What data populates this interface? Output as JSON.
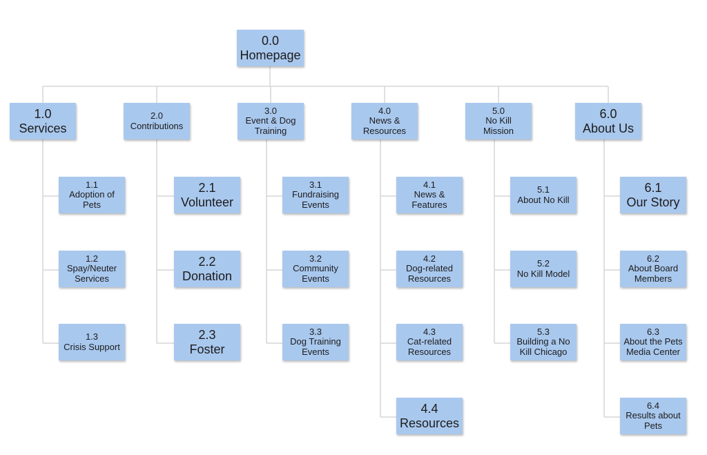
{
  "diagram": {
    "root": {
      "number": "0.0",
      "label": "Homepage"
    },
    "sections": [
      {
        "number": "1.0",
        "label": "Services",
        "children": [
          {
            "number": "1.1",
            "label": "Adoption of\nPets"
          },
          {
            "number": "1.2",
            "label": "Spay/Neuter\nServices"
          },
          {
            "number": "1.3",
            "label": "Crisis Support"
          }
        ]
      },
      {
        "number": "2.0",
        "label": "Contributions",
        "children": [
          {
            "number": "2.1",
            "label": "Volunteer"
          },
          {
            "number": "2.2",
            "label": "Donation"
          },
          {
            "number": "2.3",
            "label": "Foster"
          }
        ]
      },
      {
        "number": "3.0",
        "label": "Event & Dog\nTraining",
        "children": [
          {
            "number": "3.1",
            "label": "Fundraising\nEvents"
          },
          {
            "number": "3.2",
            "label": "Community\nEvents"
          },
          {
            "number": "3.3",
            "label": "Dog Training\nEvents"
          }
        ]
      },
      {
        "number": "4.0",
        "label": "News &\nResources",
        "children": [
          {
            "number": "4.1",
            "label": "News &\nFeatures"
          },
          {
            "number": "4.2",
            "label": "Dog-related\nResources"
          },
          {
            "number": "4.3",
            "label": "Cat-related\nResources"
          },
          {
            "number": "4.4",
            "label": "Resources"
          }
        ]
      },
      {
        "number": "5.0",
        "label": "No Kill\nMission",
        "children": [
          {
            "number": "5.1",
            "label": "About No Kill"
          },
          {
            "number": "5.2",
            "label": "No Kill Model"
          },
          {
            "number": "5.3",
            "label": "Building a No\nKill Chicago"
          }
        ]
      },
      {
        "number": "6.0",
        "label": "About Us",
        "children": [
          {
            "number": "6.1",
            "label": "Our Story"
          },
          {
            "number": "6.2",
            "label": "About Board\nMembers"
          },
          {
            "number": "6.3",
            "label": "About the Pets\nMedia Center"
          },
          {
            "number": "6.4",
            "label": "Results about\nPets"
          }
        ]
      }
    ]
  }
}
